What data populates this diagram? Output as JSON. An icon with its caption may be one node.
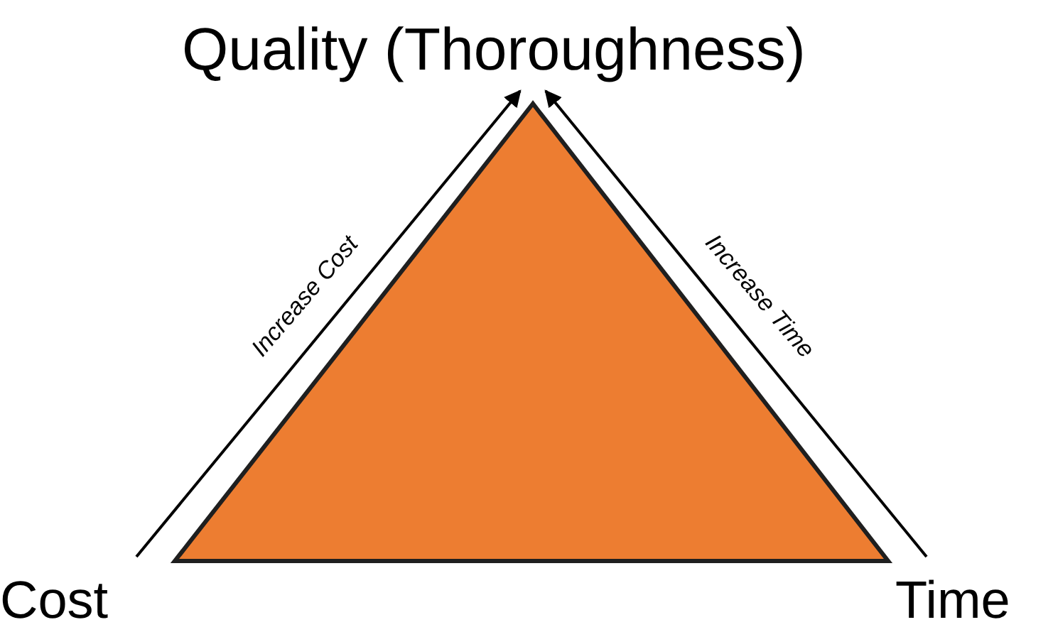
{
  "diagram": {
    "nodes": [
      {
        "text": [
          "Quality (Thoroughness)"
        ]
      },
      {
        "text": [
          "Cost"
        ]
      },
      {
        "text": [
          "Time"
        ]
      }
    ],
    "edges": [
      {
        "from": 1,
        "to": 0,
        "arrow": "to",
        "label": "Increase Cost"
      },
      {
        "from": 2,
        "to": 0,
        "arrow": "to",
        "label": "Increase Time"
      }
    ]
  }
}
